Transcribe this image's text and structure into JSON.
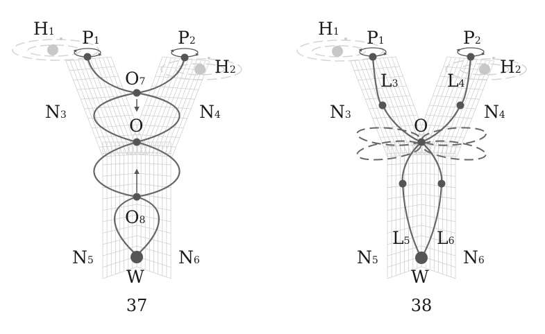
{
  "figures": [
    {
      "number": "37",
      "labels": {
        "H1": {
          "base": "H",
          "sub": "1"
        },
        "H2": {
          "base": "H",
          "sub": "2"
        },
        "P1": {
          "base": "P",
          "sub": "1"
        },
        "P2": {
          "base": "P",
          "sub": "2"
        },
        "O7": {
          "base": "O",
          "sub": "7"
        },
        "O": {
          "base": "O",
          "sub": ""
        },
        "O8": {
          "base": "O",
          "sub": "8"
        },
        "N3": {
          "base": "N",
          "sub": "3"
        },
        "N4": {
          "base": "N",
          "sub": "4"
        },
        "N5": {
          "base": "N",
          "sub": "5"
        },
        "N6": {
          "base": "N",
          "sub": "6"
        },
        "W": {
          "base": "W",
          "sub": ""
        }
      }
    },
    {
      "number": "38",
      "labels": {
        "H1": {
          "base": "H",
          "sub": "1"
        },
        "H2": {
          "base": "H",
          "sub": "2"
        },
        "P1": {
          "base": "P",
          "sub": "1"
        },
        "P2": {
          "base": "P",
          "sub": "2"
        },
        "L3": {
          "base": "L",
          "sub": "3"
        },
        "L4": {
          "base": "L",
          "sub": "4"
        },
        "O": {
          "base": "O",
          "sub": ""
        },
        "L5": {
          "base": "L",
          "sub": "5"
        },
        "L6": {
          "base": "L",
          "sub": "6"
        },
        "N3": {
          "base": "N",
          "sub": "3"
        },
        "N4": {
          "base": "N",
          "sub": "4"
        },
        "N5": {
          "base": "N",
          "sub": "5"
        },
        "N6": {
          "base": "N",
          "sub": "6"
        },
        "W": {
          "base": "W",
          "sub": ""
        }
      }
    }
  ]
}
